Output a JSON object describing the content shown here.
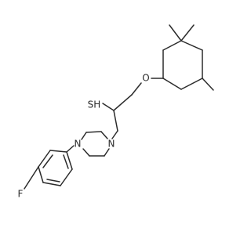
{
  "molecule": {
    "atom_labels": {
      "sulfur": "SH",
      "oxygen": "O",
      "nitrogen_top": "N",
      "nitrogen_bottom": "N",
      "fluorine": "F"
    }
  }
}
